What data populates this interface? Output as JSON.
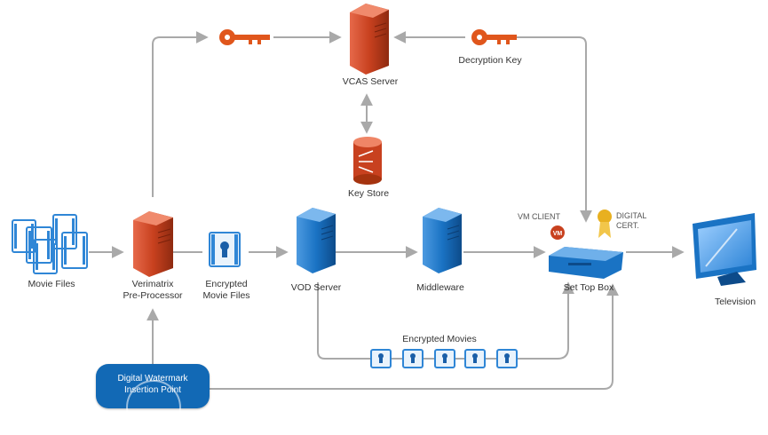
{
  "labels": {
    "movie_files": "Movie Files",
    "preprocessor_line1": "Verimatrix",
    "preprocessor_line2": "Pre-Processor",
    "encrypted_files_line1": "Encrypted",
    "encrypted_files_line2": "Movie Files",
    "vod_server": "VOD Server",
    "middleware": "Middleware",
    "set_top_box": "Set Top Box",
    "television": "Television",
    "vcas_server": "VCAS Server",
    "key_store": "Key Store",
    "decryption_key": "Decryption Key",
    "encrypted_movies": "Encrypted Movies",
    "vm_client": "VM CLIENT",
    "vm_badge": "VM",
    "digital_cert_line1": "DIGITAL",
    "digital_cert_line2": "CERT.",
    "watermark_line1": "Digital Watermark",
    "watermark_line2": "Insertion Point"
  },
  "colors": {
    "server_red": "#c8411f",
    "server_blue": "#1a73c4",
    "arrow_gray": "#a9a9a9",
    "key_orange": "#e0561c",
    "badge_blue": "#1269b5",
    "cert_gold": "#e8b020"
  },
  "icons": [
    "film-strip-icon",
    "red-server-icon",
    "blue-server-icon",
    "key-icon",
    "database-icon",
    "lock-file-icon",
    "set-top-box-icon",
    "television-icon",
    "certificate-icon"
  ]
}
